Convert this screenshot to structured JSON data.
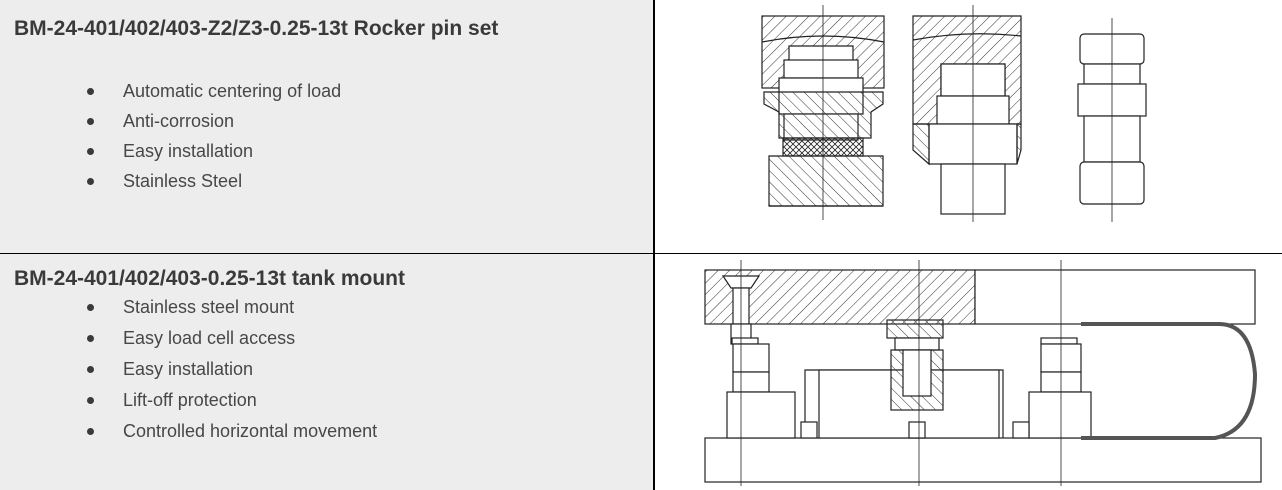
{
  "products": [
    {
      "title": "BM-24-401/402/403-Z2/Z3-0.25-13t Rocker pin set",
      "features": [
        "Automatic centering of load",
        "Anti-corrosion",
        "Easy installation",
        "Stainless Steel"
      ],
      "drawing_icon": "rocker-pin-drawing"
    },
    {
      "title": "BM-24-401/402/403-0.25-13t tank mount",
      "features": [
        "Stainless steel mount",
        "Easy load cell access",
        "Easy installation",
        "Lift-off protection",
        "Controlled horizontal movement"
      ],
      "drawing_icon": "tank-mount-drawing"
    }
  ],
  "colors": {
    "cell_bg": "#ededed",
    "text": "#474747",
    "line": "#000000"
  }
}
